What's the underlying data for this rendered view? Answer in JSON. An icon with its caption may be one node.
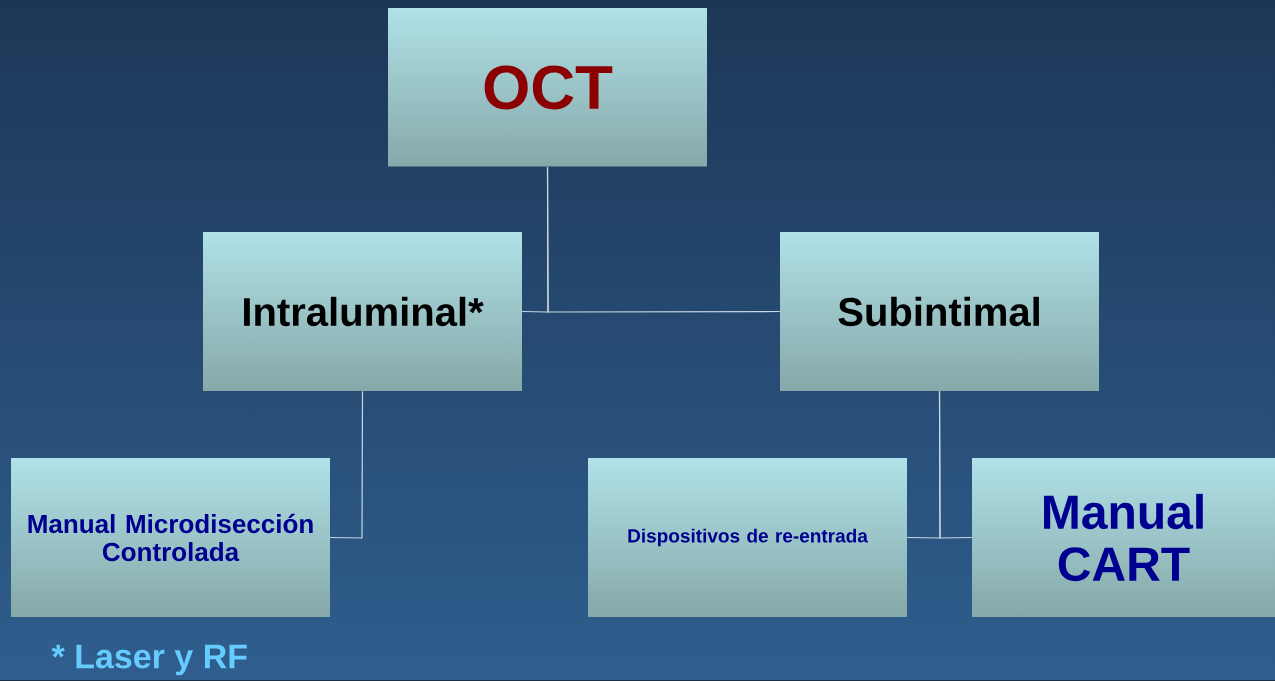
{
  "diagram": {
    "nodes": [
      {
        "text": [
          "OCT"
        ]
      },
      {
        "text": [
          "Intraluminal*"
        ]
      },
      {
        "text": [
          "Subintimal"
        ]
      },
      {
        "text": [
          "Manual Microdisección Controlada"
        ]
      },
      {
        "text": [
          "Dispositivos de re-entrada"
        ]
      },
      {
        "text": [
          "Manual CART"
        ]
      }
    ],
    "edges": [
      {
        "from": 0,
        "to": 1,
        "arrow": "none"
      },
      {
        "from": 0,
        "to": 2,
        "arrow": "none"
      },
      {
        "from": 1,
        "to": 3,
        "arrow": "none"
      },
      {
        "from": 2,
        "to": 4,
        "arrow": "none"
      },
      {
        "from": 2,
        "to": 5,
        "arrow": "none"
      }
    ],
    "labels": [
      "* Laser y RF"
    ]
  }
}
